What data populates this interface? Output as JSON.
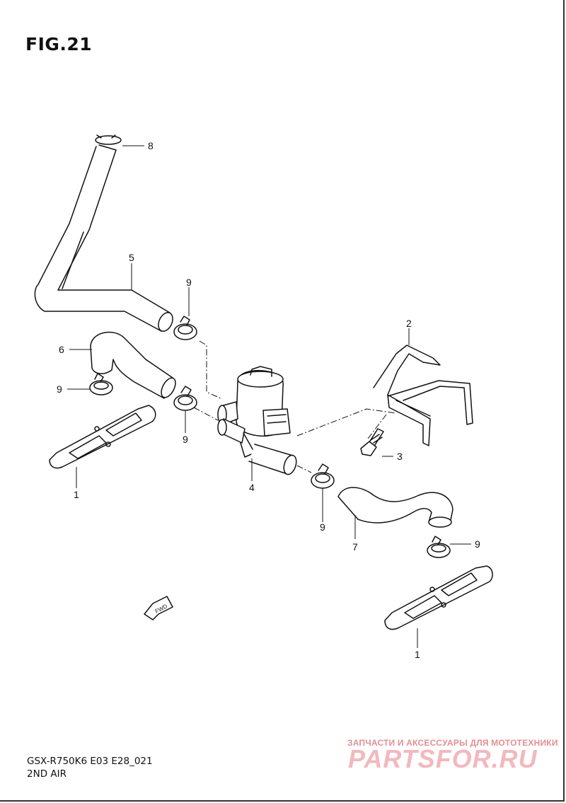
{
  "figure": {
    "title": "FIG.21"
  },
  "footer": {
    "model_code": "GSX-R750K6 E03 E28_021",
    "section": "2ND AIR"
  },
  "callouts": {
    "c1a": "1",
    "c1b": "1",
    "c2": "2",
    "c3": "3",
    "c4": "4",
    "c5": "5",
    "c6": "6",
    "c7": "7",
    "c8": "8",
    "c9a": "9",
    "c9b": "9",
    "c9c": "9",
    "c9d": "9",
    "c9e": "9"
  },
  "fwd_label": "FWD",
  "watermark": {
    "tagline": "ЗАПЧАСТИ И АКСЕССУАРЫ ДЛЯ МОТОТЕХНИКИ",
    "logo": "PARTSFOR.RU"
  }
}
